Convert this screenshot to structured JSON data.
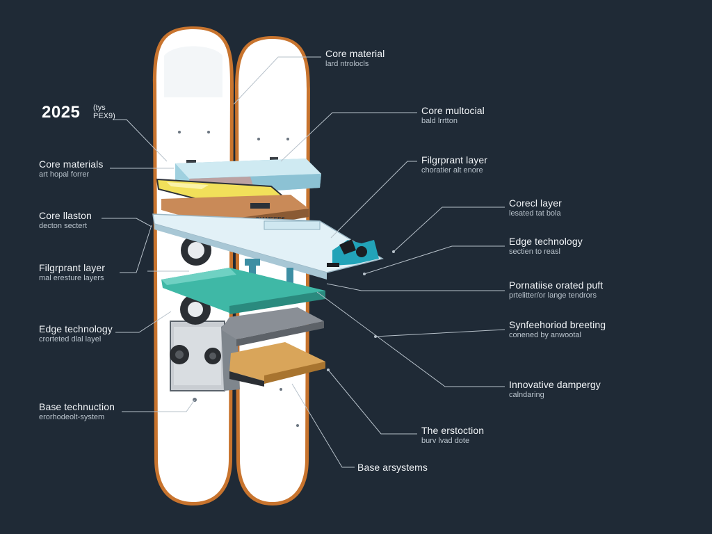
{
  "year_badge": {
    "year": "2025",
    "note_line1": "(tys",
    "note_line2": "PEX9)"
  },
  "labels": {
    "left": [
      {
        "title": "Core materials",
        "subtitle": "art hopal forrer"
      },
      {
        "title": "Core llaston",
        "subtitle": "decton sectert"
      },
      {
        "title": "Filgrprant layer",
        "subtitle": "mal eresture layers"
      },
      {
        "title": "Edge technology",
        "subtitle": "crorteted dlal layel"
      },
      {
        "title": "Base technuction",
        "subtitle": "erorhodeolt-system"
      }
    ],
    "right": [
      {
        "title": "Core material",
        "subtitle": "lard ntrolocls"
      },
      {
        "title": "Core multocial",
        "subtitle": "bald lrrtton"
      },
      {
        "title": "Filgrprant layer",
        "subtitle": "choratier alt enore"
      },
      {
        "title": "Corecl layer",
        "subtitle": "lesated tat bola"
      },
      {
        "title": "Edge technology",
        "subtitle": "sectien to reasl"
      },
      {
        "title": "Pornatiise orated puft",
        "subtitle": "prtelitter/or lange tendrors"
      },
      {
        "title": "Synfeehoriod breeting",
        "subtitle": "conened by anwootal"
      },
      {
        "title": "Innovative dampergy",
        "subtitle": "calndaring"
      },
      {
        "title": "The erstoction",
        "subtitle": "burv lvad dote"
      },
      {
        "title": "Base arsystems",
        "subtitle": ""
      }
    ]
  },
  "core_stamp_text": "DIAMEEES",
  "colors": {
    "background": "#1f2a36",
    "board": "#ffffff",
    "board_edge": "#c8742e",
    "top_layer": "#bfe3ee",
    "yellow_layer": "#f1e05a",
    "wood_layer": "#c98a58",
    "teal_layer": "#3fb8a6",
    "grey_layer": "#8a8f96",
    "base_wood": "#d9a55a",
    "leader_line": "#b7c1ca"
  }
}
